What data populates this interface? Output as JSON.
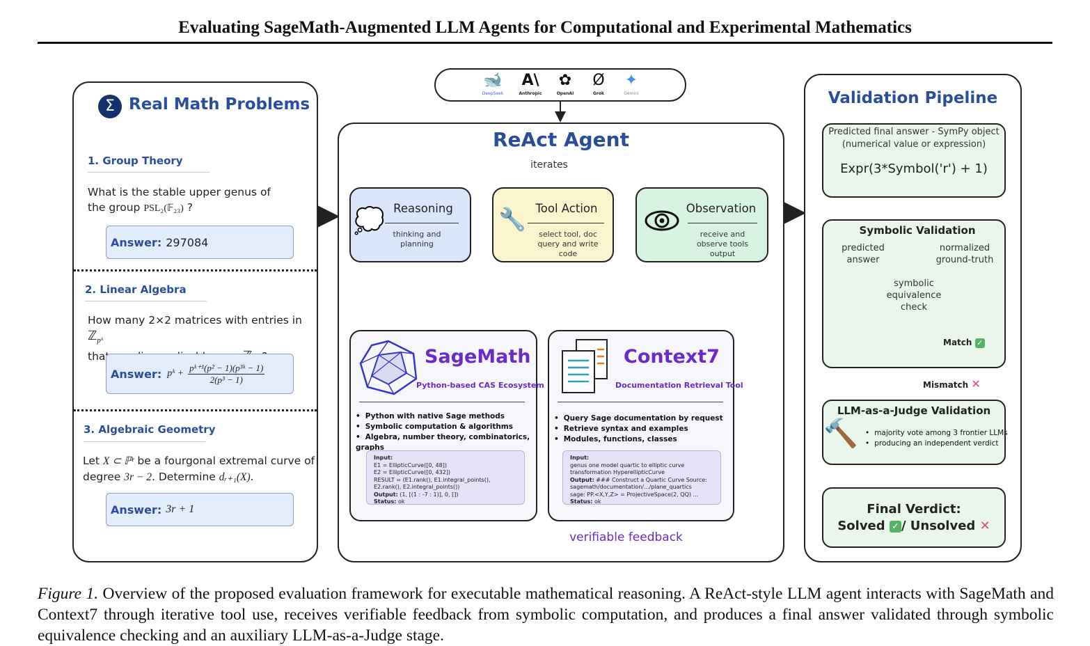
{
  "header": {
    "title": "Evaluating SageMath-Augmented LLM Agents for Computational and Experimental Mathematics"
  },
  "providers": [
    "DeepSeek",
    "Anthropic",
    "OpenAI",
    "Grok",
    "Gemini"
  ],
  "problems": {
    "title": "Real Math Problems",
    "items": [
      {
        "heading": "1. Group Theory",
        "question_a": "What is the stable upper genus of",
        "question_b_pre": "the group ",
        "question_b_math": "PSL₂(𝔽₂₃)",
        "question_b_post": " ?",
        "answer_label": "Answer:",
        "answer": "297084"
      },
      {
        "heading": "2. Linear Algebra",
        "question_a_pre": "How many 2×2 matrices with entries in ",
        "question_a_math": "ℤ",
        "question_a_sub": "pᵏ",
        "question_b_pre": "that are diagonalizable over ",
        "question_b_math": "ℤ",
        "question_b_sub": "pᵏ",
        "question_b_post": " ?",
        "answer_label": "Answer:",
        "answer_lead": "pᵏ +",
        "answer_num": "pᵏ⁺¹(p² − 1)(p³ᵏ − 1)",
        "answer_den": "2(p³ − 1)"
      },
      {
        "heading": "3. Algebraic Geometry",
        "question_a_pre": "Let ",
        "question_a_math": "X ⊂ ℙʳ",
        "question_a_post": " be a fourgonal extremal curve of",
        "question_b_pre": "degree ",
        "question_b_math": "3r − 2",
        "question_b_mid": ". Determine ",
        "question_b_math2": "dᵣ₊₁(X)",
        "question_b_post": ".",
        "answer_label": "Answer:",
        "answer": "3r + 1"
      }
    ]
  },
  "agent": {
    "title": "ReAct Agent",
    "loop_label": "iterates",
    "nodes": [
      {
        "title": "Reasoning",
        "sub": "thinking and planning"
      },
      {
        "title": "Tool Action",
        "sub": "select tool, doc query and write code"
      },
      {
        "title": "Observation",
        "sub": "receive and observe tools output"
      }
    ],
    "feedback_label": "verifiable feedback",
    "tools": [
      {
        "name": "SageMath",
        "subtitle": "Python-based CAS Ecosystem",
        "bullets": [
          "Python with native Sage methods",
          "Symbolic computation & algorithms",
          "Algebra, number theory, combinatorics, graphs"
        ],
        "code": [
          {
            "label": "Input:",
            "text": ""
          },
          {
            "label": "",
            "text": "E1 = EllipticCurve([0, 48])"
          },
          {
            "label": "",
            "text": "E2 = EllipticCurve([0, 432])"
          },
          {
            "label": "",
            "text": "RESULT = (E1.rank(), E1.integral_points(),"
          },
          {
            "label": "",
            "text": "E2.rank(), E2.integral_points())"
          },
          {
            "label": "Output:",
            "text": " (1, [(1 : -7 : 1)], 0, [])"
          },
          {
            "label": "Status:",
            "text": " ok"
          }
        ]
      },
      {
        "name": "Context7",
        "subtitle": "Documentation Retrieval Tool",
        "bullets": [
          "Query Sage documentation by request",
          "Retrieve syntax and examples",
          "Modules, functions, classes"
        ],
        "code": [
          {
            "label": "Input:",
            "text": ""
          },
          {
            "label": "",
            "text": "genus one model quartic to elliptic curve"
          },
          {
            "label": "",
            "text": "transformation HyperellipticCurve"
          },
          {
            "label": "Output:",
            "text": " ### Construct a Quartic Curve Source:"
          },
          {
            "label": "",
            "text": "sagemath/documentation/.../plane_quartics"
          },
          {
            "label": "",
            "text": "sage: PP.<X,Y,Z> = ProjectiveSpace(2, QQ) ..."
          },
          {
            "label": "Status:",
            "text": " ok"
          }
        ]
      }
    ]
  },
  "validation": {
    "title": "Validation Pipeline",
    "predicted": {
      "line1": "Predicted final answer - SymPy object",
      "line2": "(numerical value or expression)",
      "expr": "Expr(3*Symbol('r') + 1)"
    },
    "symbolic": {
      "title": "Symbolic Validation",
      "left": "predicted answer",
      "right": "normalized ground-truth",
      "center": "symbolic equivalence check",
      "match": "Match"
    },
    "mismatch": "Mismatch",
    "judge": {
      "title": "LLM-as-a-Judge Validation",
      "bullets": [
        "majority vote among 3 frontier LLMs",
        "producing an independent verdict"
      ]
    },
    "final": {
      "title": "Final Verdict:",
      "solved": "Solved",
      "unsolved": "/ Unsolved"
    }
  },
  "caption": {
    "label": "Figure 1.",
    "text": " Overview of the proposed evaluation framework for executable mathematical reasoning. A ReAct-style LLM agent interacts with SageMath and Context7 through iterative tool use, receives verifiable feedback from symbolic computation, and produces a final answer validated through symbolic equivalence checking and an auxiliary LLM-as-a-Judge stage."
  },
  "colors": {
    "accent_blue": "#2b4e9c",
    "tool_purple": "#6a2bc9",
    "reasoning_bg": "#dce6fb",
    "action_bg": "#fbf5cf",
    "observation_bg": "#d9f3e3",
    "validation_bg": "#eaf6ec"
  }
}
